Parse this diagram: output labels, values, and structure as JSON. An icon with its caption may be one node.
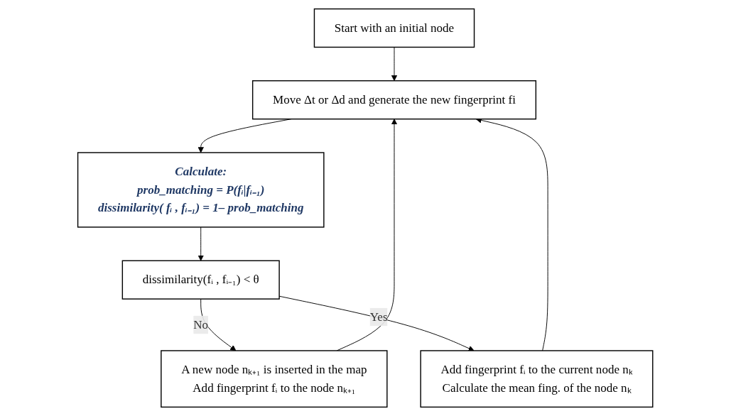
{
  "diagram": {
    "nodes": [
      {
        "text": [
          "Start with an initial node"
        ]
      },
      {
        "text": [
          "Move Δt or Δd and generate the new fingerprint fi"
        ]
      },
      {
        "text": [
          "Calculate:",
          "prob_matching = P(fᵢ|fᵢ₋₁)",
          "dissimilarity( fᵢ , fᵢ₋₁) = 1– prob_matching"
        ]
      },
      {
        "text": [
          "dissimilarity(fᵢ , fᵢ₋₁) < θ"
        ]
      },
      {
        "text": [
          "A new node nₖ₊₁ is inserted in the map",
          "Add fingerprint fᵢ to the node nₖ₊₁"
        ]
      },
      {
        "text": [
          "Add fingerprint fᵢ to the current node nₖ",
          "Calculate the mean fing. of the node nₖ"
        ]
      }
    ],
    "edges": [
      {
        "from": 0,
        "to": 1,
        "arrow": "to"
      },
      {
        "from": 1,
        "to": 2,
        "arrow": "to"
      },
      {
        "from": 2,
        "to": 3,
        "arrow": "to"
      },
      {
        "from": 3,
        "to": 4,
        "label": "No",
        "arrow": "to"
      },
      {
        "from": 3,
        "to": 5,
        "label": "Yes",
        "arrow": "to"
      },
      {
        "from": 4,
        "to": 1,
        "arrow": "to"
      },
      {
        "from": 5,
        "to": 1,
        "arrow": "to"
      }
    ]
  }
}
